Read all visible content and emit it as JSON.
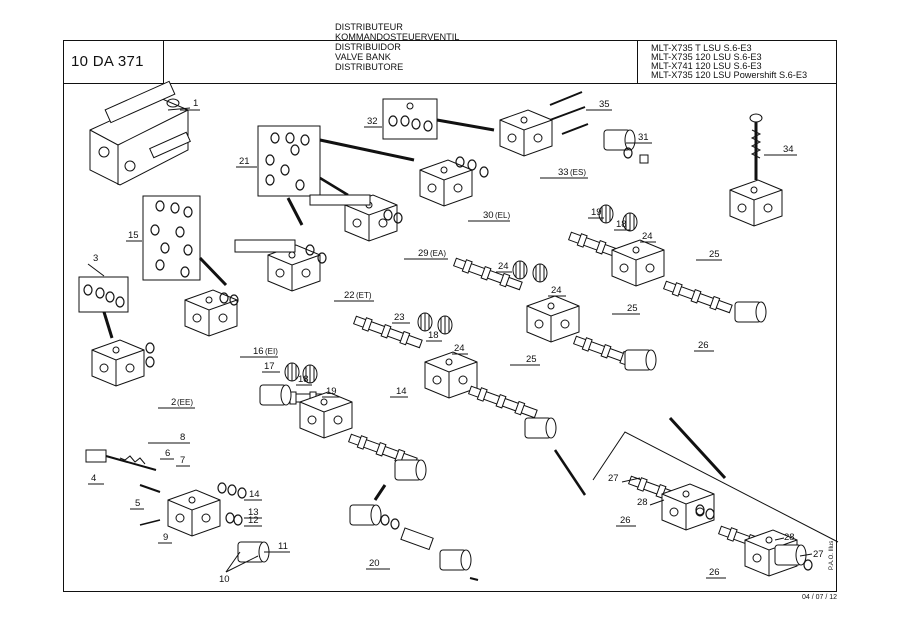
{
  "header": {
    "ref_code": "10 DA 371",
    "titles": [
      "DISTRIBUTEUR",
      "KOMMANDOSTEUERVENTIL",
      "DISTRIBUIDOR",
      "VALVE BANK",
      "DISTRIBUTORE"
    ],
    "models": [
      "MLT-X735 T LSU S.6-E3",
      "MLT-X735 120 LSU S.6-E3",
      "MLT-X741 120 LSU S.6-E3",
      "MLT-X735 120 LSU Powershift S.6-E3"
    ]
  },
  "footer": {
    "date": "04 / 07 / 12",
    "credit": "P.A.O. Illus"
  },
  "callouts": {
    "c1": "1",
    "c2": "2",
    "c2s": "(EE)",
    "c3": "3",
    "c4": "4",
    "c5": "5",
    "c6": "6",
    "c7": "7",
    "c8": "8",
    "c9": "9",
    "c10": "10",
    "c11": "11",
    "c12": "12",
    "c13": "13",
    "c14a": "14",
    "c14b": "14",
    "c15": "15",
    "c16": "16",
    "c16s": "(EI)",
    "c17": "17",
    "c18a": "18",
    "c18b": "18",
    "c18c": "18",
    "c19a": "19",
    "c19b": "19",
    "c20": "20",
    "c21": "21",
    "c22": "22",
    "c22s": "(ET)",
    "c23": "23",
    "c24a": "24",
    "c24b": "24",
    "c24c": "24",
    "c24d": "24",
    "c25a": "25",
    "c25b": "25",
    "c25c": "25",
    "c26a": "26",
    "c26b": "26",
    "c26c": "26",
    "c27a": "27",
    "c27b": "27",
    "c28a": "28",
    "c28b": "28",
    "c29": "29",
    "c29s": "(EA)",
    "c30": "30",
    "c30s": "(EL)",
    "c31": "31",
    "c32": "32",
    "c33": "33",
    "c33s": "(ES)",
    "c34": "34",
    "c35": "35"
  }
}
